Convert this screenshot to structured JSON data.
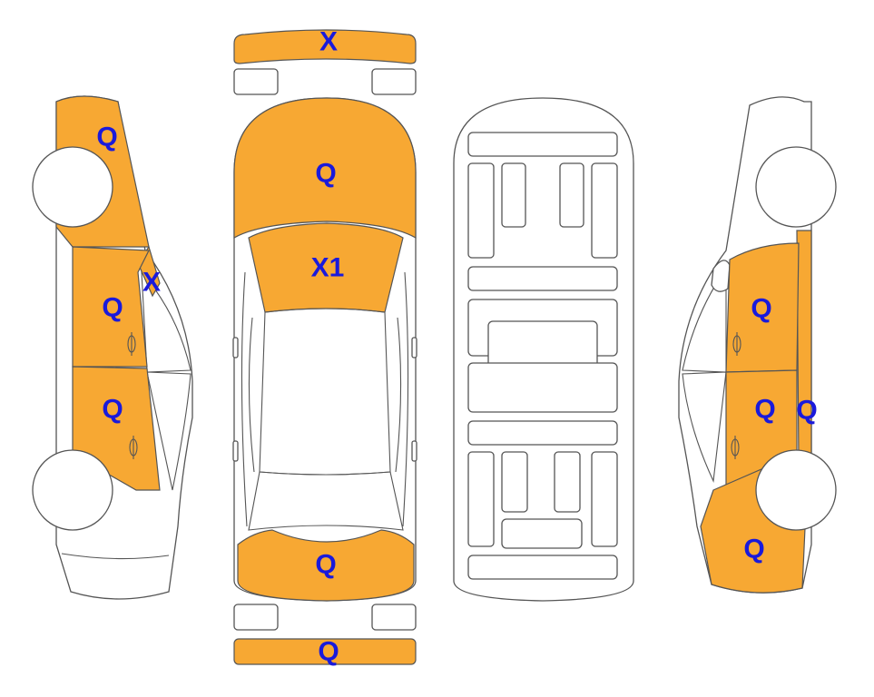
{
  "diagram": {
    "colors": {
      "damage_fill": "#F7A833",
      "outline": "#555555",
      "background": "#FFFFFF",
      "marker_text": "#1A1ADB"
    },
    "markers": {
      "front_bumper": "X",
      "hood": "Q",
      "windshield": "X1",
      "trunk": "Q",
      "rear_bumper": "Q",
      "left_front_fender": "Q",
      "left_a_pillar": "X",
      "left_front_door": "Q",
      "left_rear_door": "Q",
      "right_front_door": "Q",
      "right_rear_door": "Q",
      "right_b_pillar": "Q",
      "right_rear_quarter": "Q"
    }
  }
}
